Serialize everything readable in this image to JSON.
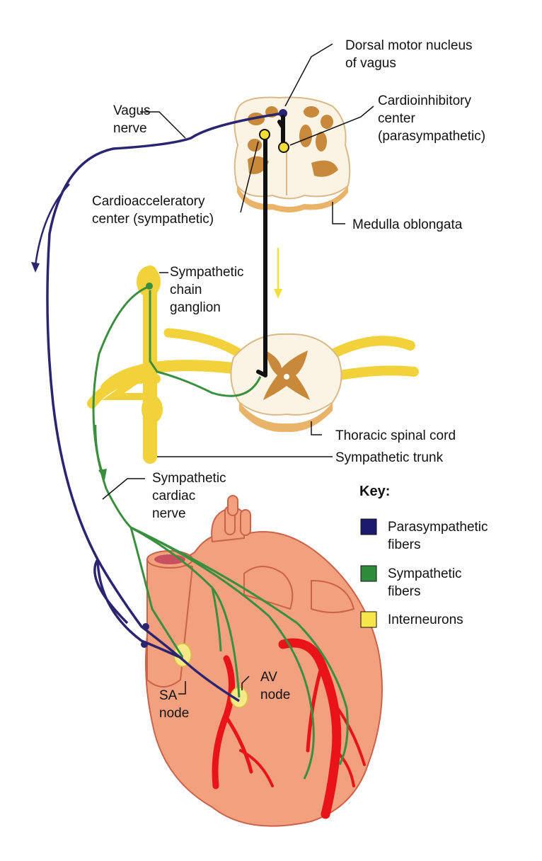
{
  "labels": {
    "dorsal_motor_nucleus": [
      "Dorsal motor nucleus",
      "of vagus"
    ],
    "cardioinhibitory": [
      "Cardioinhibitory",
      "center",
      "(parasympathetic)"
    ],
    "vagus_nerve": [
      "Vagus",
      "nerve"
    ],
    "cardioacceleratory": [
      "Cardioacceleratory",
      "center (sympathetic)"
    ],
    "medulla": "Medulla oblongata",
    "sympathetic_chain_ganglion": [
      "Sympathetic",
      "chain",
      "ganglion"
    ],
    "thoracic_spinal_cord": "Thoracic spinal cord",
    "sympathetic_trunk": "Sympathetic trunk",
    "sympathetic_cardiac_nerve": [
      "Sympathetic",
      "cardiac",
      "nerve"
    ],
    "sa_node": [
      "SA",
      "node"
    ],
    "av_node": [
      "AV",
      "node"
    ]
  },
  "key": {
    "title": "Key:",
    "items": [
      {
        "label": [
          "Parasympathetic",
          "fibers"
        ],
        "color": "#1c1a6e"
      },
      {
        "label": [
          "Sympathetic",
          "fibers"
        ],
        "color": "#2e8b3a"
      },
      {
        "label": [
          "Interneurons"
        ],
        "color": "#f7e64a"
      }
    ]
  },
  "colors": {
    "parasympathetic": "#2b2470",
    "sympathetic": "#3a8f3e",
    "interneuron": "#f3df3a",
    "nerve_yellow": "#f2d23a",
    "heart": "#f2a07e",
    "artery": "#e8141a",
    "gray_matter": "#c8893a",
    "cord_white": "#fbf3e3"
  }
}
